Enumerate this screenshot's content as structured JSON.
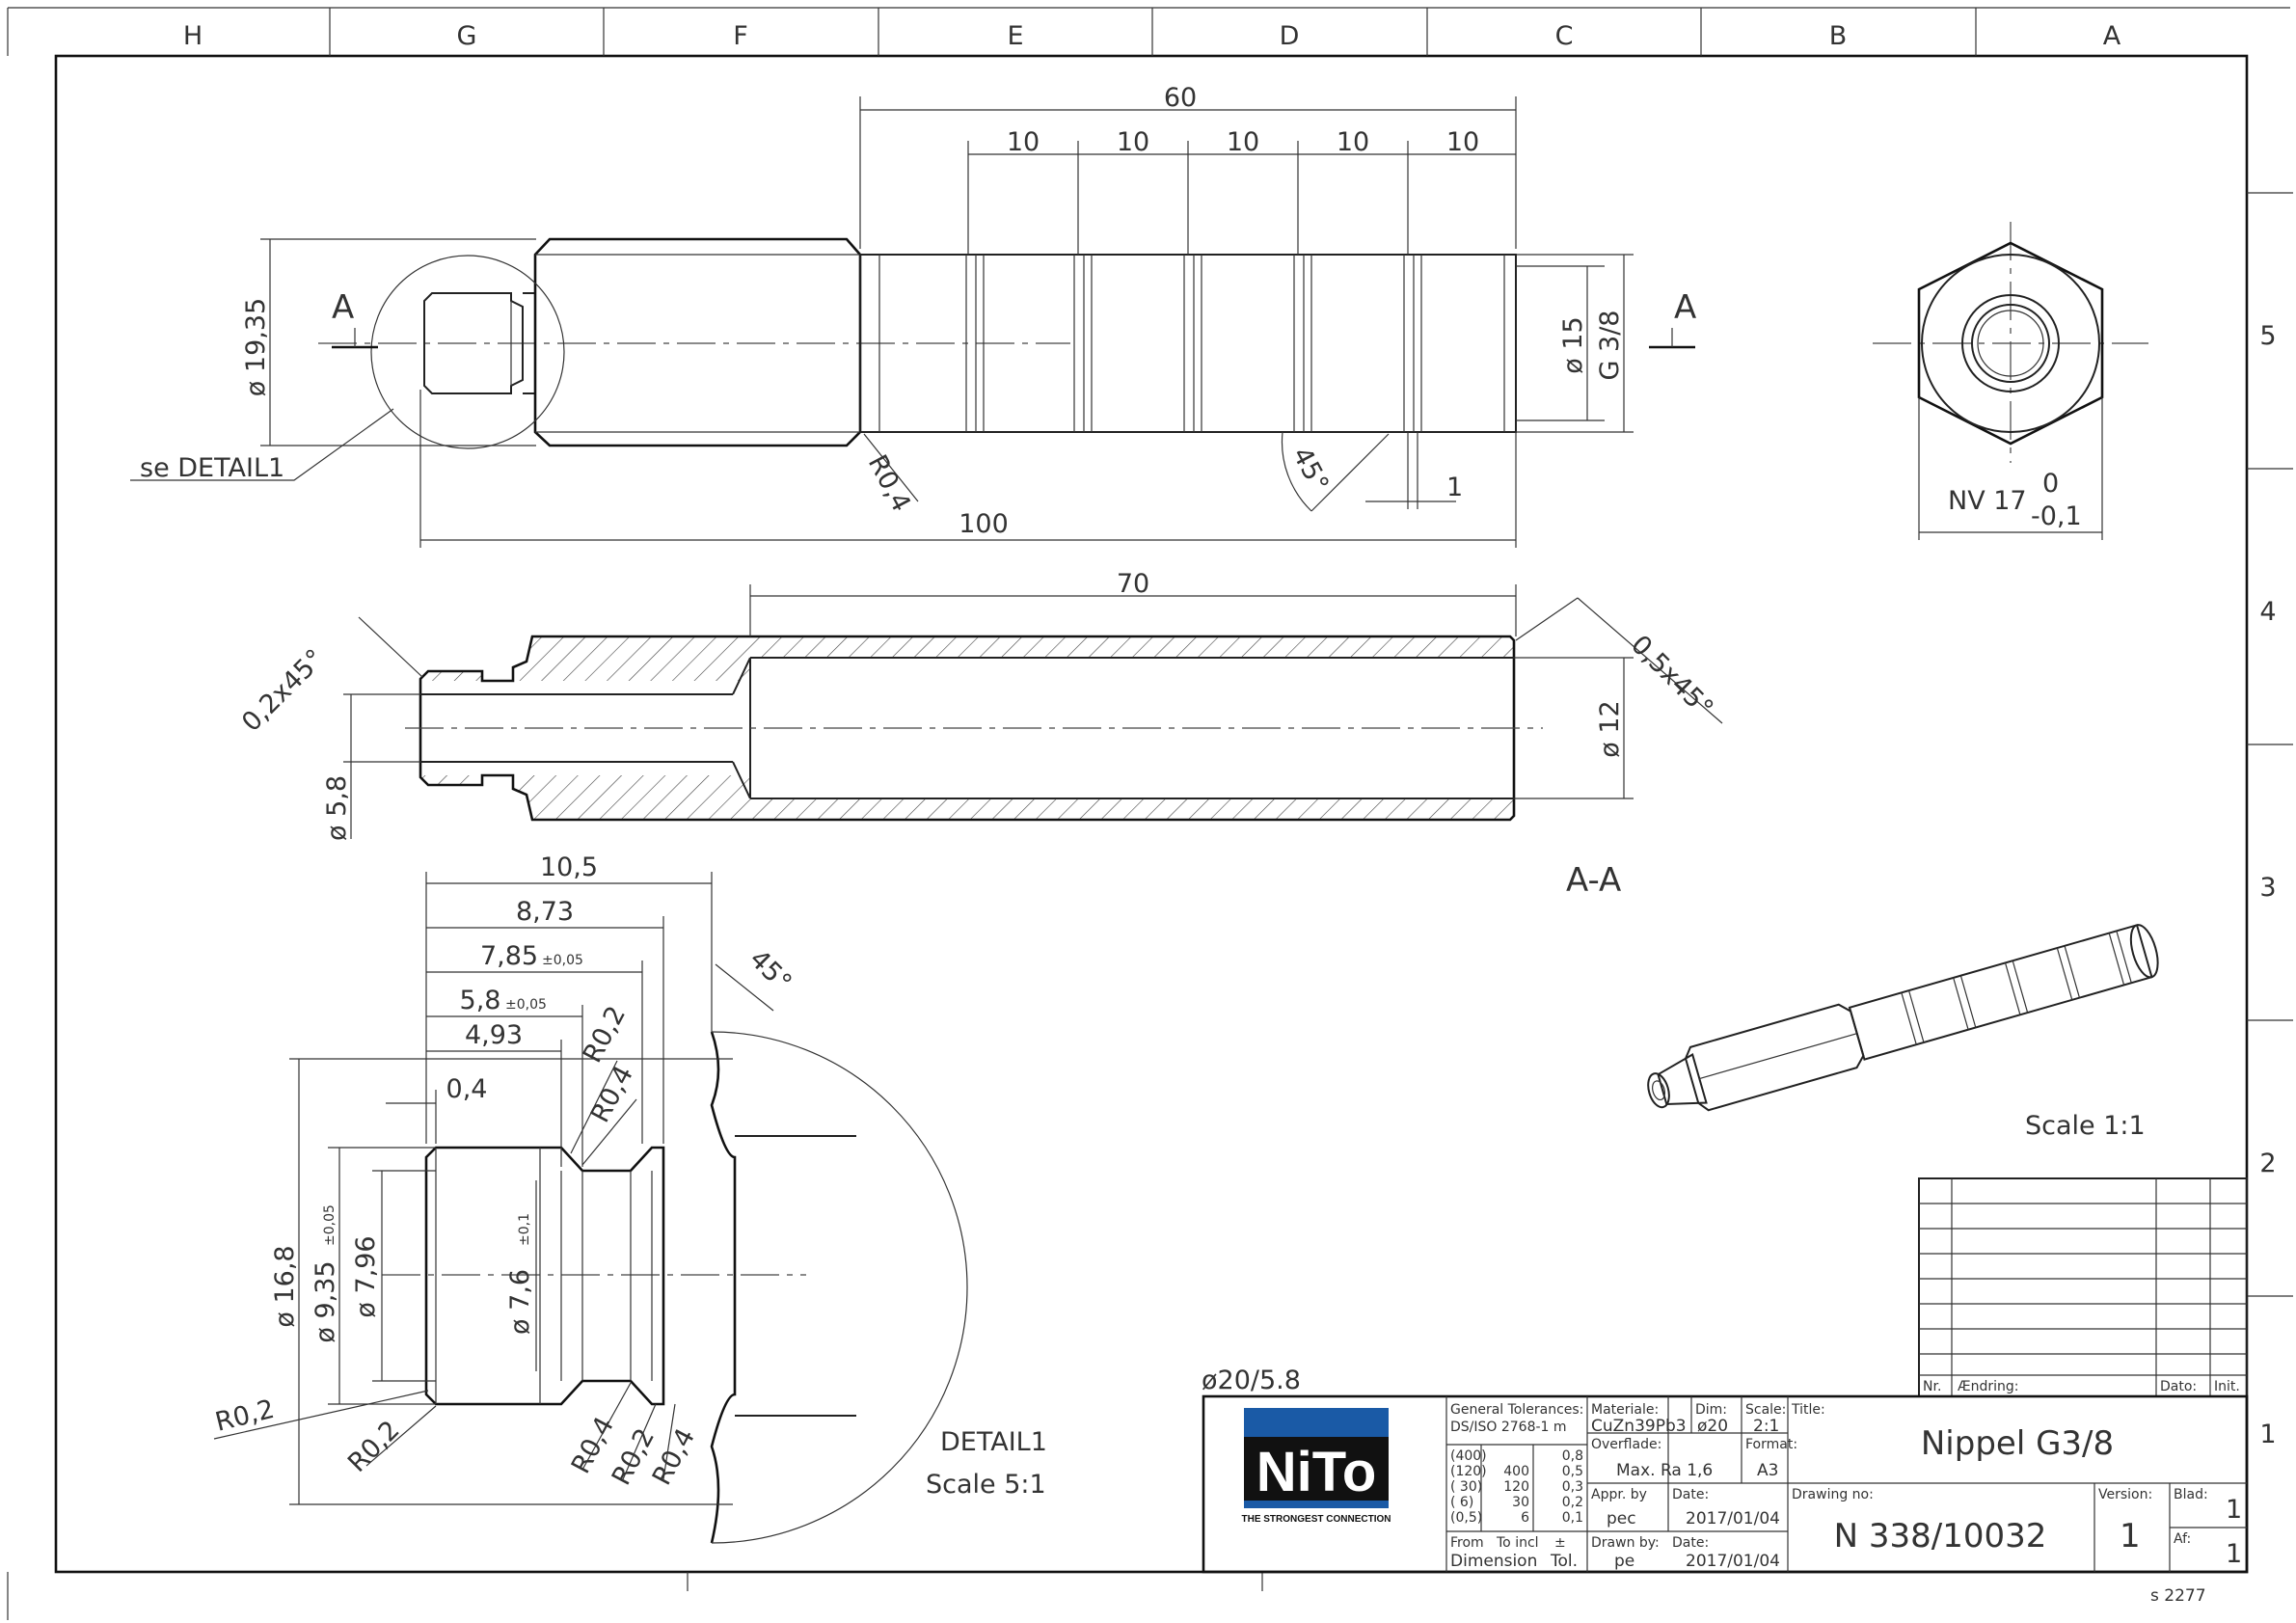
{
  "border": {
    "columns": [
      "H",
      "G",
      "F",
      "E",
      "D",
      "C",
      "B",
      "A"
    ],
    "rows": [
      "5",
      "4",
      "3",
      "2",
      "1"
    ]
  },
  "front_view": {
    "dim_length_60": "60",
    "dim_segment_10": [
      "10",
      "10",
      "10",
      "10",
      "10"
    ],
    "dim_length_100": "100",
    "dim_hex_dia": "ø 19,35",
    "dim_dia_15": "ø 15",
    "dim_thread": "G 3/8",
    "radius_label": "R0,4",
    "angle_label": "45°",
    "groove_width": "1",
    "section_mark": "A",
    "detail_callout": "se DETAIL1"
  },
  "end_view": {
    "hex_label": "NV 17",
    "tol_upper": "0",
    "tol_lower": "-0,1"
  },
  "section_view": {
    "dim_length_70": "70",
    "chamfer_left": "0,2x45°",
    "chamfer_right": "0,5x45°",
    "dim_bore_small": "ø 5,8",
    "dim_bore_large": "ø 12",
    "title": "A-A"
  },
  "detail_view": {
    "dims_h": [
      {
        "value": "10,5",
        "tol": ""
      },
      {
        "value": "8,73",
        "tol": ""
      },
      {
        "value": "7,85",
        "tol": "±0,05"
      },
      {
        "value": "5,8",
        "tol": "±0,05"
      },
      {
        "value": "4,93",
        "tol": ""
      },
      {
        "value": "0,4",
        "tol": ""
      }
    ],
    "angle": "45°",
    "dia_16_8": "ø 16,8",
    "dia_9_35": "ø 9,35",
    "dia_9_35_tol": "±0,05",
    "dia_7_96": "ø 7,96",
    "dia_7_6": "ø 7,6",
    "dia_7_6_tol": "±0,1",
    "radii_top": [
      "R0,2",
      "R0,4"
    ],
    "radii_bottom": [
      "R0,2",
      "R0,2",
      "R0,4",
      "R0,2",
      "R0,4"
    ],
    "title": "DETAIL1",
    "scale": "Scale 5:1"
  },
  "iso_view": {
    "scale": "Scale 1:1"
  },
  "revision_table": {
    "headers": [
      "Nr.",
      "Ændring:",
      "Dato:",
      "Init."
    ]
  },
  "title_block": {
    "stock_note": "ø20/5.8",
    "logo_text": "NiTo",
    "logo_tagline": "THE STRONGEST CONNECTION",
    "gen_tol_label": "General Tolerances:",
    "gen_tol_std": "DS/ISO 2768-1 m",
    "tol_rows": [
      [
        "(400)",
        "",
        "0,8"
      ],
      [
        "(120)",
        "400",
        "0,5"
      ],
      [
        "( 30)",
        "120",
        "0,3"
      ],
      [
        "( 6)",
        "30",
        "0,2"
      ],
      [
        "(0,5)",
        "6",
        "0,1"
      ]
    ],
    "from_label": "From",
    "to_incl_label": "To incl",
    "pm_label": "±",
    "dimension_label": "Dimension",
    "tol_label": "Tol.",
    "material_label": "Materiale:",
    "material_value": "CuZn39Pb3",
    "dim_label": "Dim:",
    "dim_value": "ø20",
    "scale_label": "Scale:",
    "scale_value": "2:1",
    "surface_label": "Overflade:",
    "surface_value": "Max. Ra 1,6",
    "format_label": "Format:",
    "format_value": "A3",
    "appr_label": "Appr. by",
    "appr_value": "pec",
    "date_label": "Date:",
    "appr_date": "2017/01/04",
    "drawn_label": "Drawn by:",
    "drawn_value": "pe",
    "drawn_date": "2017/01/04",
    "title_label": "Title:",
    "title_value": "Nippel G3/8",
    "drawing_no_label": "Drawing no:",
    "drawing_no": "N 338/10032",
    "version_label": "Version:",
    "version_value": "1",
    "sheet_label": "Blad:",
    "sheet_value": "1",
    "of_label": "Af:",
    "of_value": "1",
    "file_ref": "s 2277"
  },
  "colors": {
    "logo_blue": "#1a5aa6",
    "logo_black": "#111111",
    "line": "#222222"
  }
}
